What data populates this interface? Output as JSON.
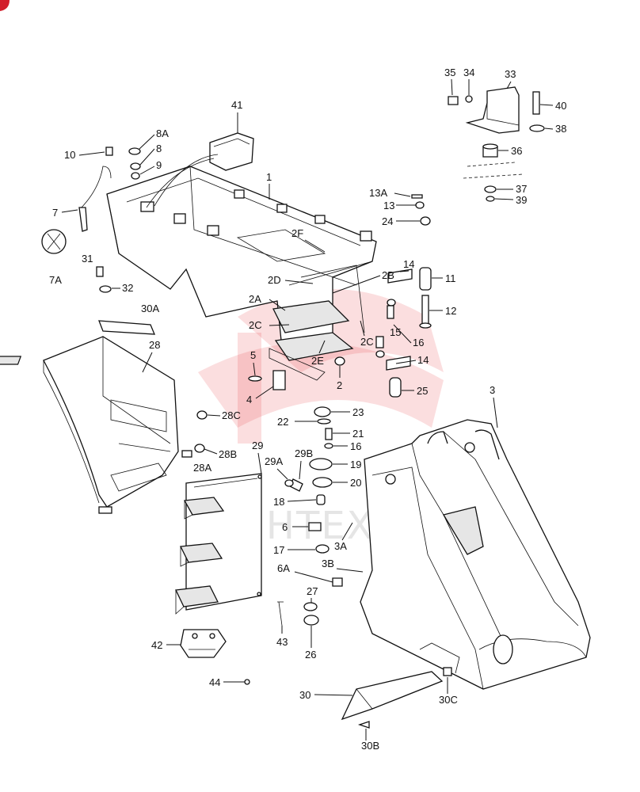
{
  "labels": [
    {
      "text": "41"
    },
    {
      "text": "1"
    },
    {
      "text": "8A"
    },
    {
      "text": "8"
    },
    {
      "text": "9"
    },
    {
      "text": "10"
    },
    {
      "text": "7"
    },
    {
      "text": "7A"
    },
    {
      "text": "31"
    },
    {
      "text": "32"
    },
    {
      "text": "30A"
    },
    {
      "text": "28"
    },
    {
      "text": "28C"
    },
    {
      "text": "28B"
    },
    {
      "text": "28A"
    },
    {
      "text": "29"
    },
    {
      "text": "29A"
    },
    {
      "text": "29B"
    },
    {
      "text": "35"
    },
    {
      "text": "34"
    },
    {
      "text": "33"
    },
    {
      "text": "40"
    },
    {
      "text": "38"
    },
    {
      "text": "36"
    },
    {
      "text": "37"
    },
    {
      "text": "39"
    },
    {
      "text": "13A"
    },
    {
      "text": "13"
    },
    {
      "text": "24"
    },
    {
      "text": "2F"
    },
    {
      "text": "14"
    },
    {
      "text": "2B"
    },
    {
      "text": "11"
    },
    {
      "text": "12"
    },
    {
      "text": "2D"
    },
    {
      "text": "2A"
    },
    {
      "text": "2C"
    },
    {
      "text": "2C"
    },
    {
      "text": "15"
    },
    {
      "text": "16"
    },
    {
      "text": "14"
    },
    {
      "text": "5"
    },
    {
      "text": "2E"
    },
    {
      "text": "2"
    },
    {
      "text": "4"
    },
    {
      "text": "25"
    },
    {
      "text": "3"
    },
    {
      "text": "23"
    },
    {
      "text": "22"
    },
    {
      "text": "21"
    },
    {
      "text": "16"
    },
    {
      "text": "19"
    },
    {
      "text": "20"
    },
    {
      "text": "18"
    },
    {
      "text": "6"
    },
    {
      "text": "3A"
    },
    {
      "text": "17"
    },
    {
      "text": "6A"
    },
    {
      "text": "3B"
    },
    {
      "text": "27"
    },
    {
      "text": "26"
    },
    {
      "text": "42"
    },
    {
      "text": "43"
    },
    {
      "text": "44"
    },
    {
      "text": "30"
    },
    {
      "text": "30C"
    },
    {
      "text": "30B"
    }
  ],
  "watermark": {
    "text": "ИНТЕХ",
    "color": "#e8323a"
  }
}
